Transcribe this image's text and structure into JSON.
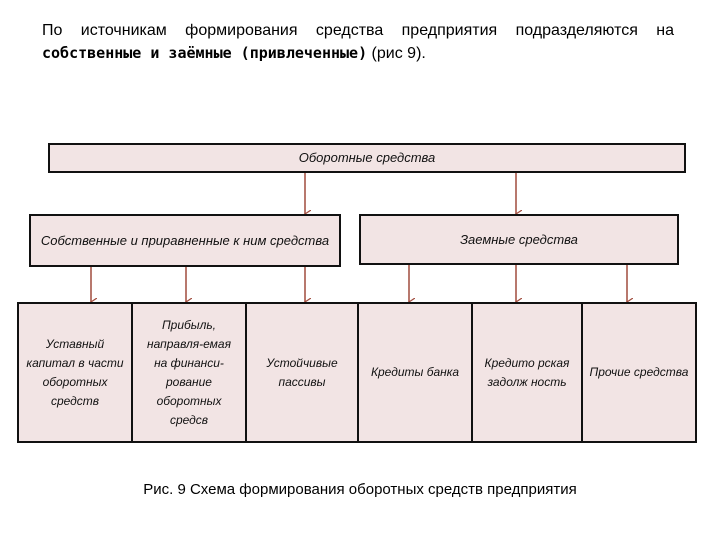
{
  "intro": {
    "part1": "По источникам формирования средства предприятия подразделяются на ",
    "bold": "собственные и заёмные (привлеченные)",
    "part2": " (рис 9)."
  },
  "diagram": {
    "top": "Оборотные средства",
    "own": "Собственные и приравненные к ним средства",
    "borrowed": "Заемные средства",
    "items": [
      "Уставный капитал в части оборотных средств",
      "Прибыль, направля-емая на финанси-рование оборотных средсв",
      "Устойчивые пассивы",
      "Кредиты банка",
      "Кредито рская задолж ность",
      "Прочие средства"
    ],
    "line_color": "#a04b3c",
    "box_fill": "#f2e4e4"
  },
  "caption": "Рис. 9 Схема формирования оборотных средств предприятия"
}
